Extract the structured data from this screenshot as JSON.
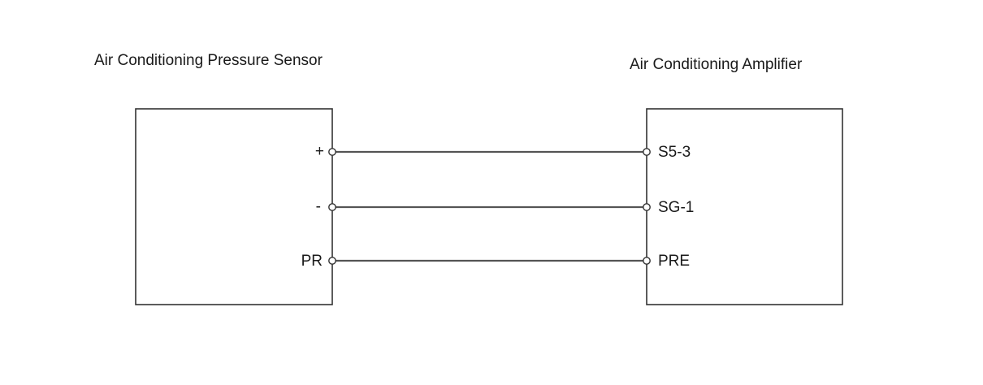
{
  "components": {
    "left": {
      "title": "Air Conditioning Pressure Sensor",
      "pins": [
        "+",
        "-",
        "PR"
      ]
    },
    "right": {
      "title": "Air Conditioning Amplifier",
      "pins": [
        "S5-3",
        "SG-1",
        "PRE"
      ]
    }
  },
  "colors": {
    "box_stroke": "#333333",
    "wire": "#555555",
    "terminal_fill": "#ffffff"
  }
}
